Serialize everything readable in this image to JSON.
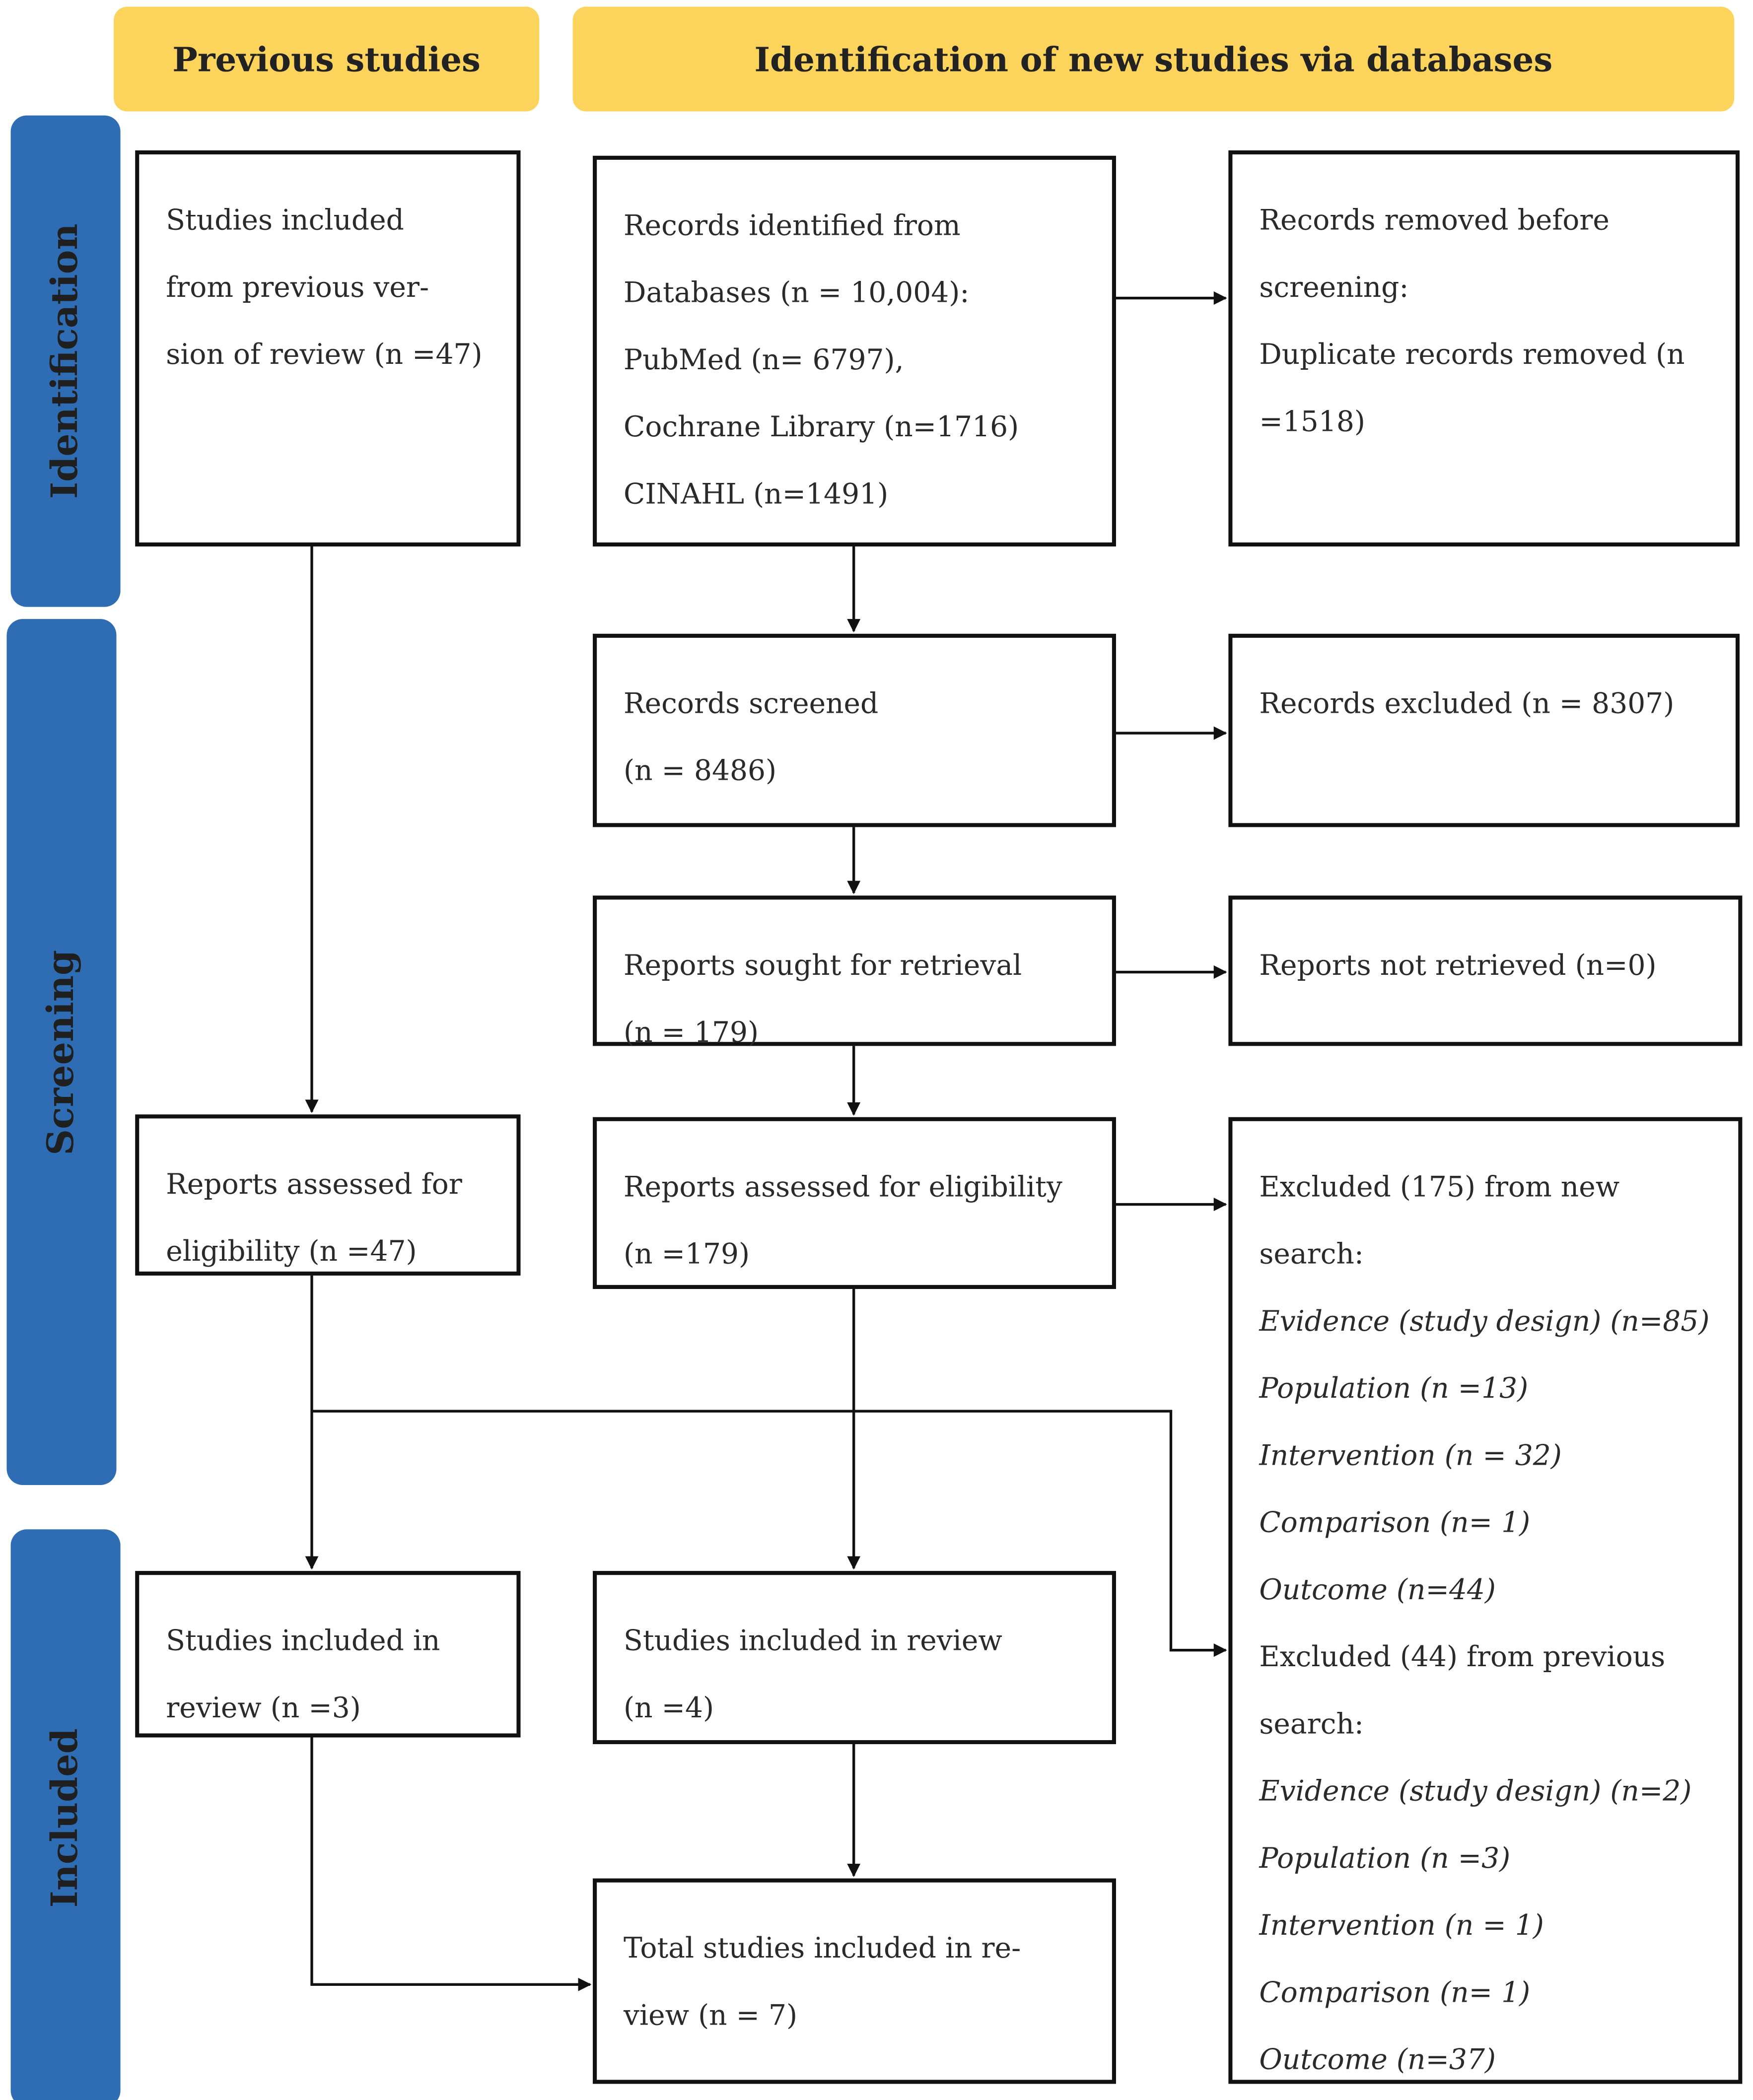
{
  "colors": {
    "header_bg": "#fcd35b",
    "phase_bg": "#2e6db4",
    "box_border": "#111111",
    "line": "#111111"
  },
  "headers": {
    "previous": "Previous studies",
    "new": "Identification of new studies via databases"
  },
  "phases": {
    "identification": "Identification",
    "screening": "Screening",
    "included": "Included"
  },
  "boxes": {
    "prev_included": [
      "Studies included",
      "from previous ver-",
      "sion of review  (n =47)"
    ],
    "records_identified": [
      "Records identified from",
      "Databases (n = 10,004):",
      "PubMed  (n= 6797),",
      "Cochrane Library  (n=1716)",
      "CINAHL  (n=1491)"
    ],
    "records_removed": [
      "Records removed before",
      "screening:",
      "Duplicate records removed  (n",
      "=1518)"
    ],
    "records_screened": [
      "Records screened",
      "(n = 8486)"
    ],
    "records_excluded": [
      "Records excluded  (n = 8307)"
    ],
    "reports_sought": [
      "Reports sought for retrieval",
      "(n = 179)"
    ],
    "reports_not_retrieved": [
      "Reports not retrieved  (n=0)"
    ],
    "prev_assessed": [
      "Reports assessed for",
      "eligibility  (n =47)"
    ],
    "new_assessed": [
      "Reports assessed for eligibility",
      "(n =179)"
    ],
    "prev_included_review": [
      "Studies included in",
      "review  (n =3)"
    ],
    "new_included_review": [
      "Studies included in review",
      "(n =4)"
    ],
    "total_included": [
      "Total studies included in re-",
      "view  (n = 7)"
    ],
    "excluded": [
      {
        "text": "Excluded (175) from new",
        "italic": false
      },
      {
        "text": "search:",
        "italic": false
      },
      {
        "text": "Evidence (study design) (n=85)",
        "italic": true
      },
      {
        "text": "Population  (n =13)",
        "italic": true
      },
      {
        "text": "Intervention  (n = 32)",
        "italic": true
      },
      {
        "text": "Comparison (n= 1)",
        "italic": true
      },
      {
        "text": "Outcome  (n=44)",
        "italic": true
      },
      {
        "text": "Excluded (44) from previous",
        "italic": false
      },
      {
        "text": "search:",
        "italic": false
      },
      {
        "text": "Evidence (study design) (n=2)",
        "italic": true
      },
      {
        "text": "Population  (n =3)",
        "italic": true
      },
      {
        "text": "Intervention  (n = 1)",
        "italic": true
      },
      {
        "text": "Comparison (n= 1)",
        "italic": true
      },
      {
        "text": "Outcome  (n=37)",
        "italic": true
      }
    ]
  }
}
